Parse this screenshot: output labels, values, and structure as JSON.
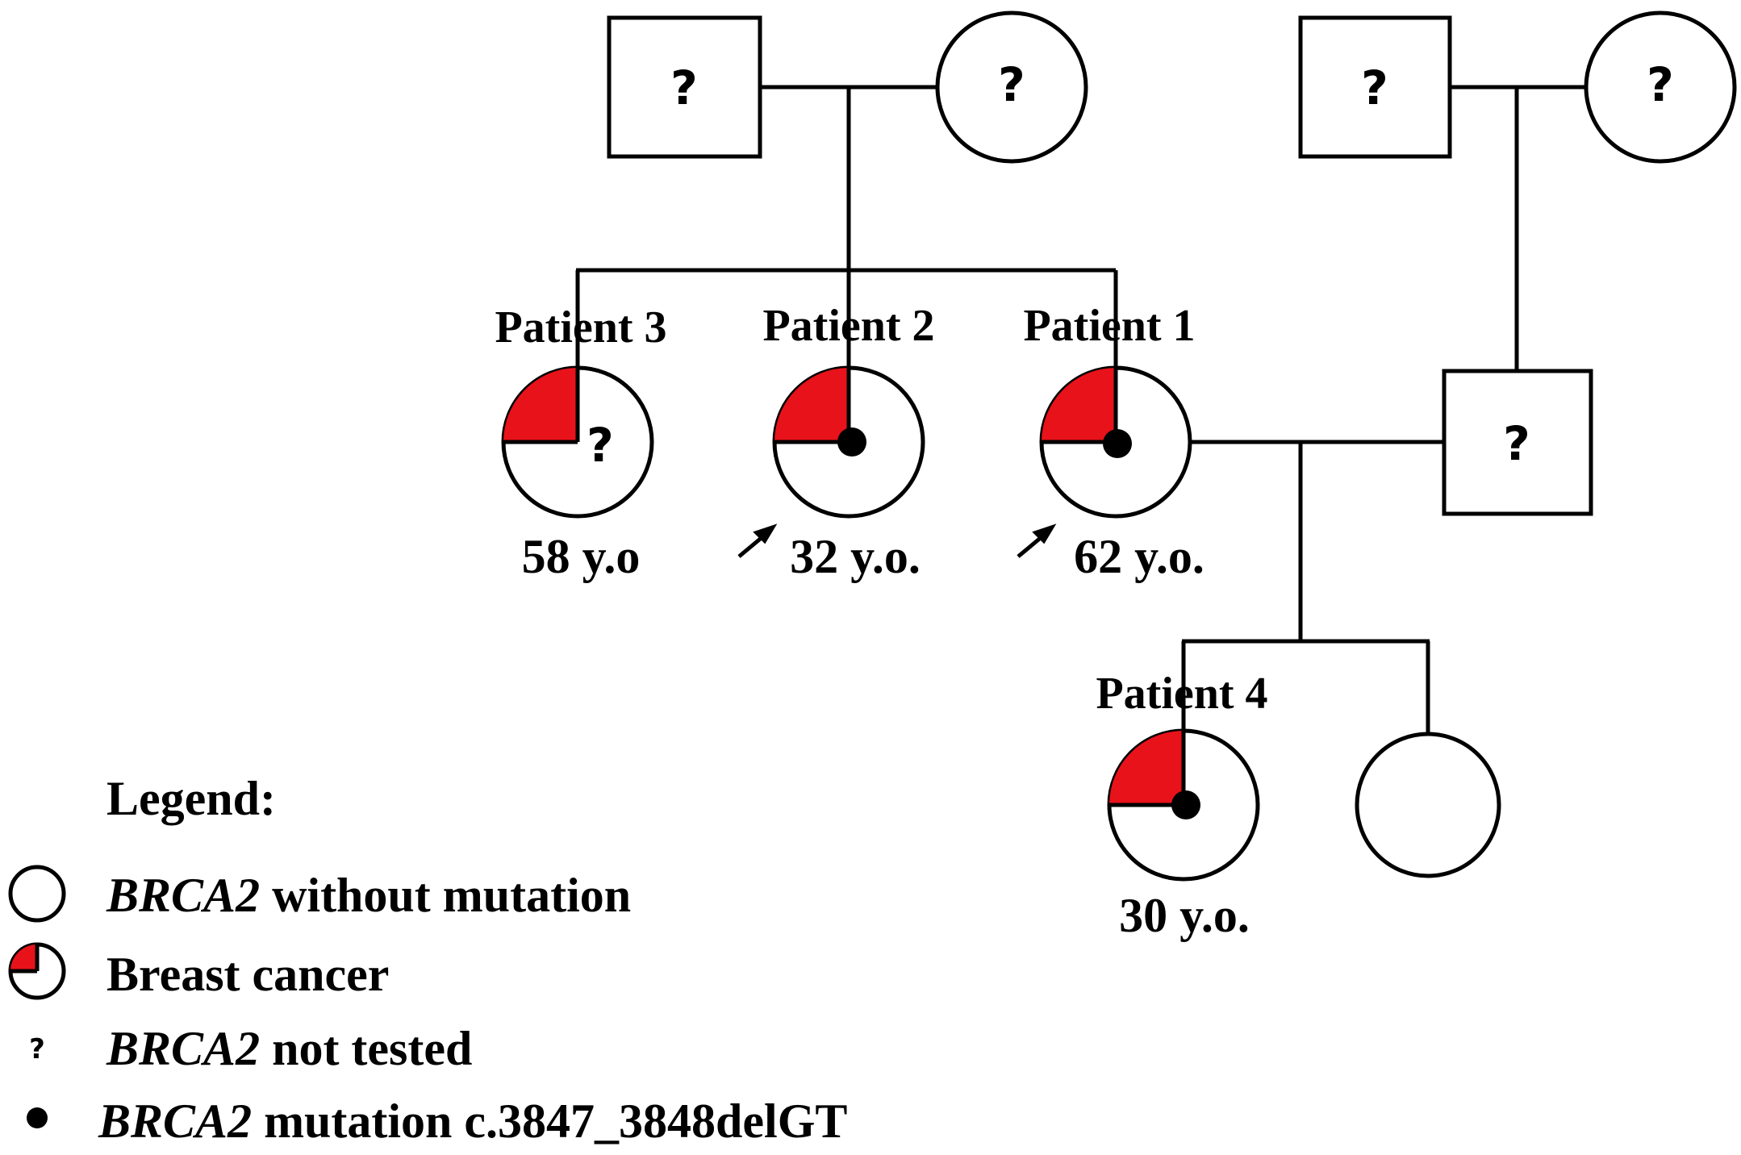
{
  "colors": {
    "affected": "#e8121a",
    "line": "#000000",
    "background": "#ffffff"
  },
  "pedigree": {
    "question_mark": "?",
    "patients": [
      {
        "label": "Patient 3",
        "age": "58 y.o",
        "breast_cancer": true,
        "brca2": "not tested",
        "proband": false
      },
      {
        "label": "Patient 2",
        "age": "32 y.o.",
        "breast_cancer": true,
        "brca2": "mutation",
        "proband": true
      },
      {
        "label": "Patient 1",
        "age": "62 y.o.",
        "breast_cancer": true,
        "brca2": "mutation",
        "proband": true
      },
      {
        "label": "Patient 4",
        "age": "30 y.o.",
        "breast_cancer": true,
        "brca2": "mutation",
        "proband": false
      }
    ]
  },
  "legend": {
    "title": "Legend:",
    "items": [
      {
        "gene": "BRCA2",
        "text": " without mutation"
      },
      {
        "gene": "",
        "text": "Breast cancer"
      },
      {
        "gene": "BRCA2",
        "text": " not tested"
      },
      {
        "gene": "BRCA2",
        "text": " mutation c.3847_3848delGT"
      }
    ]
  }
}
